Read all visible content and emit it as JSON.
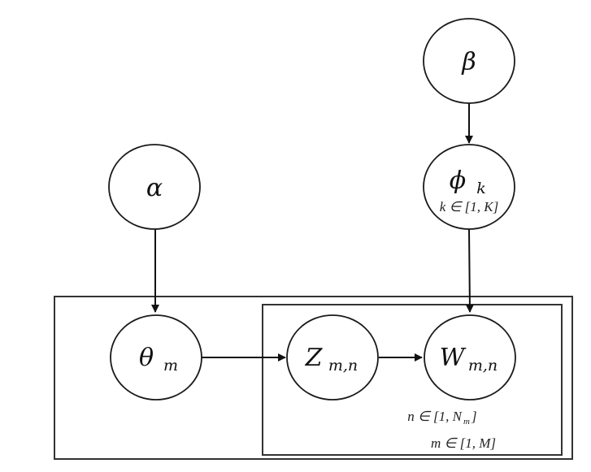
{
  "diagram": {
    "type": "plate-notation-graphical-model",
    "nodes": {
      "alpha": {
        "symbol": "α",
        "subscript": ""
      },
      "beta": {
        "symbol": "β",
        "subscript": ""
      },
      "phi": {
        "symbol": "ϕ",
        "subscript": "k",
        "caption": "k ∈ [1, K]"
      },
      "theta": {
        "symbol": "θ",
        "subscript": "m"
      },
      "z": {
        "symbol": "Z",
        "subscript": "m,n"
      },
      "w": {
        "symbol": "W",
        "subscript": "m,n"
      }
    },
    "edges": [
      {
        "from": "alpha",
        "to": "theta"
      },
      {
        "from": "beta",
        "to": "phi"
      },
      {
        "from": "phi",
        "to": "w"
      },
      {
        "from": "theta",
        "to": "z"
      },
      {
        "from": "z",
        "to": "w"
      }
    ],
    "plates": {
      "inner": {
        "label": "n ∈ [1, N",
        "label_sub": "m",
        "label_end": "]"
      },
      "outer": {
        "label": "m ∈ [1, M]"
      }
    }
  }
}
